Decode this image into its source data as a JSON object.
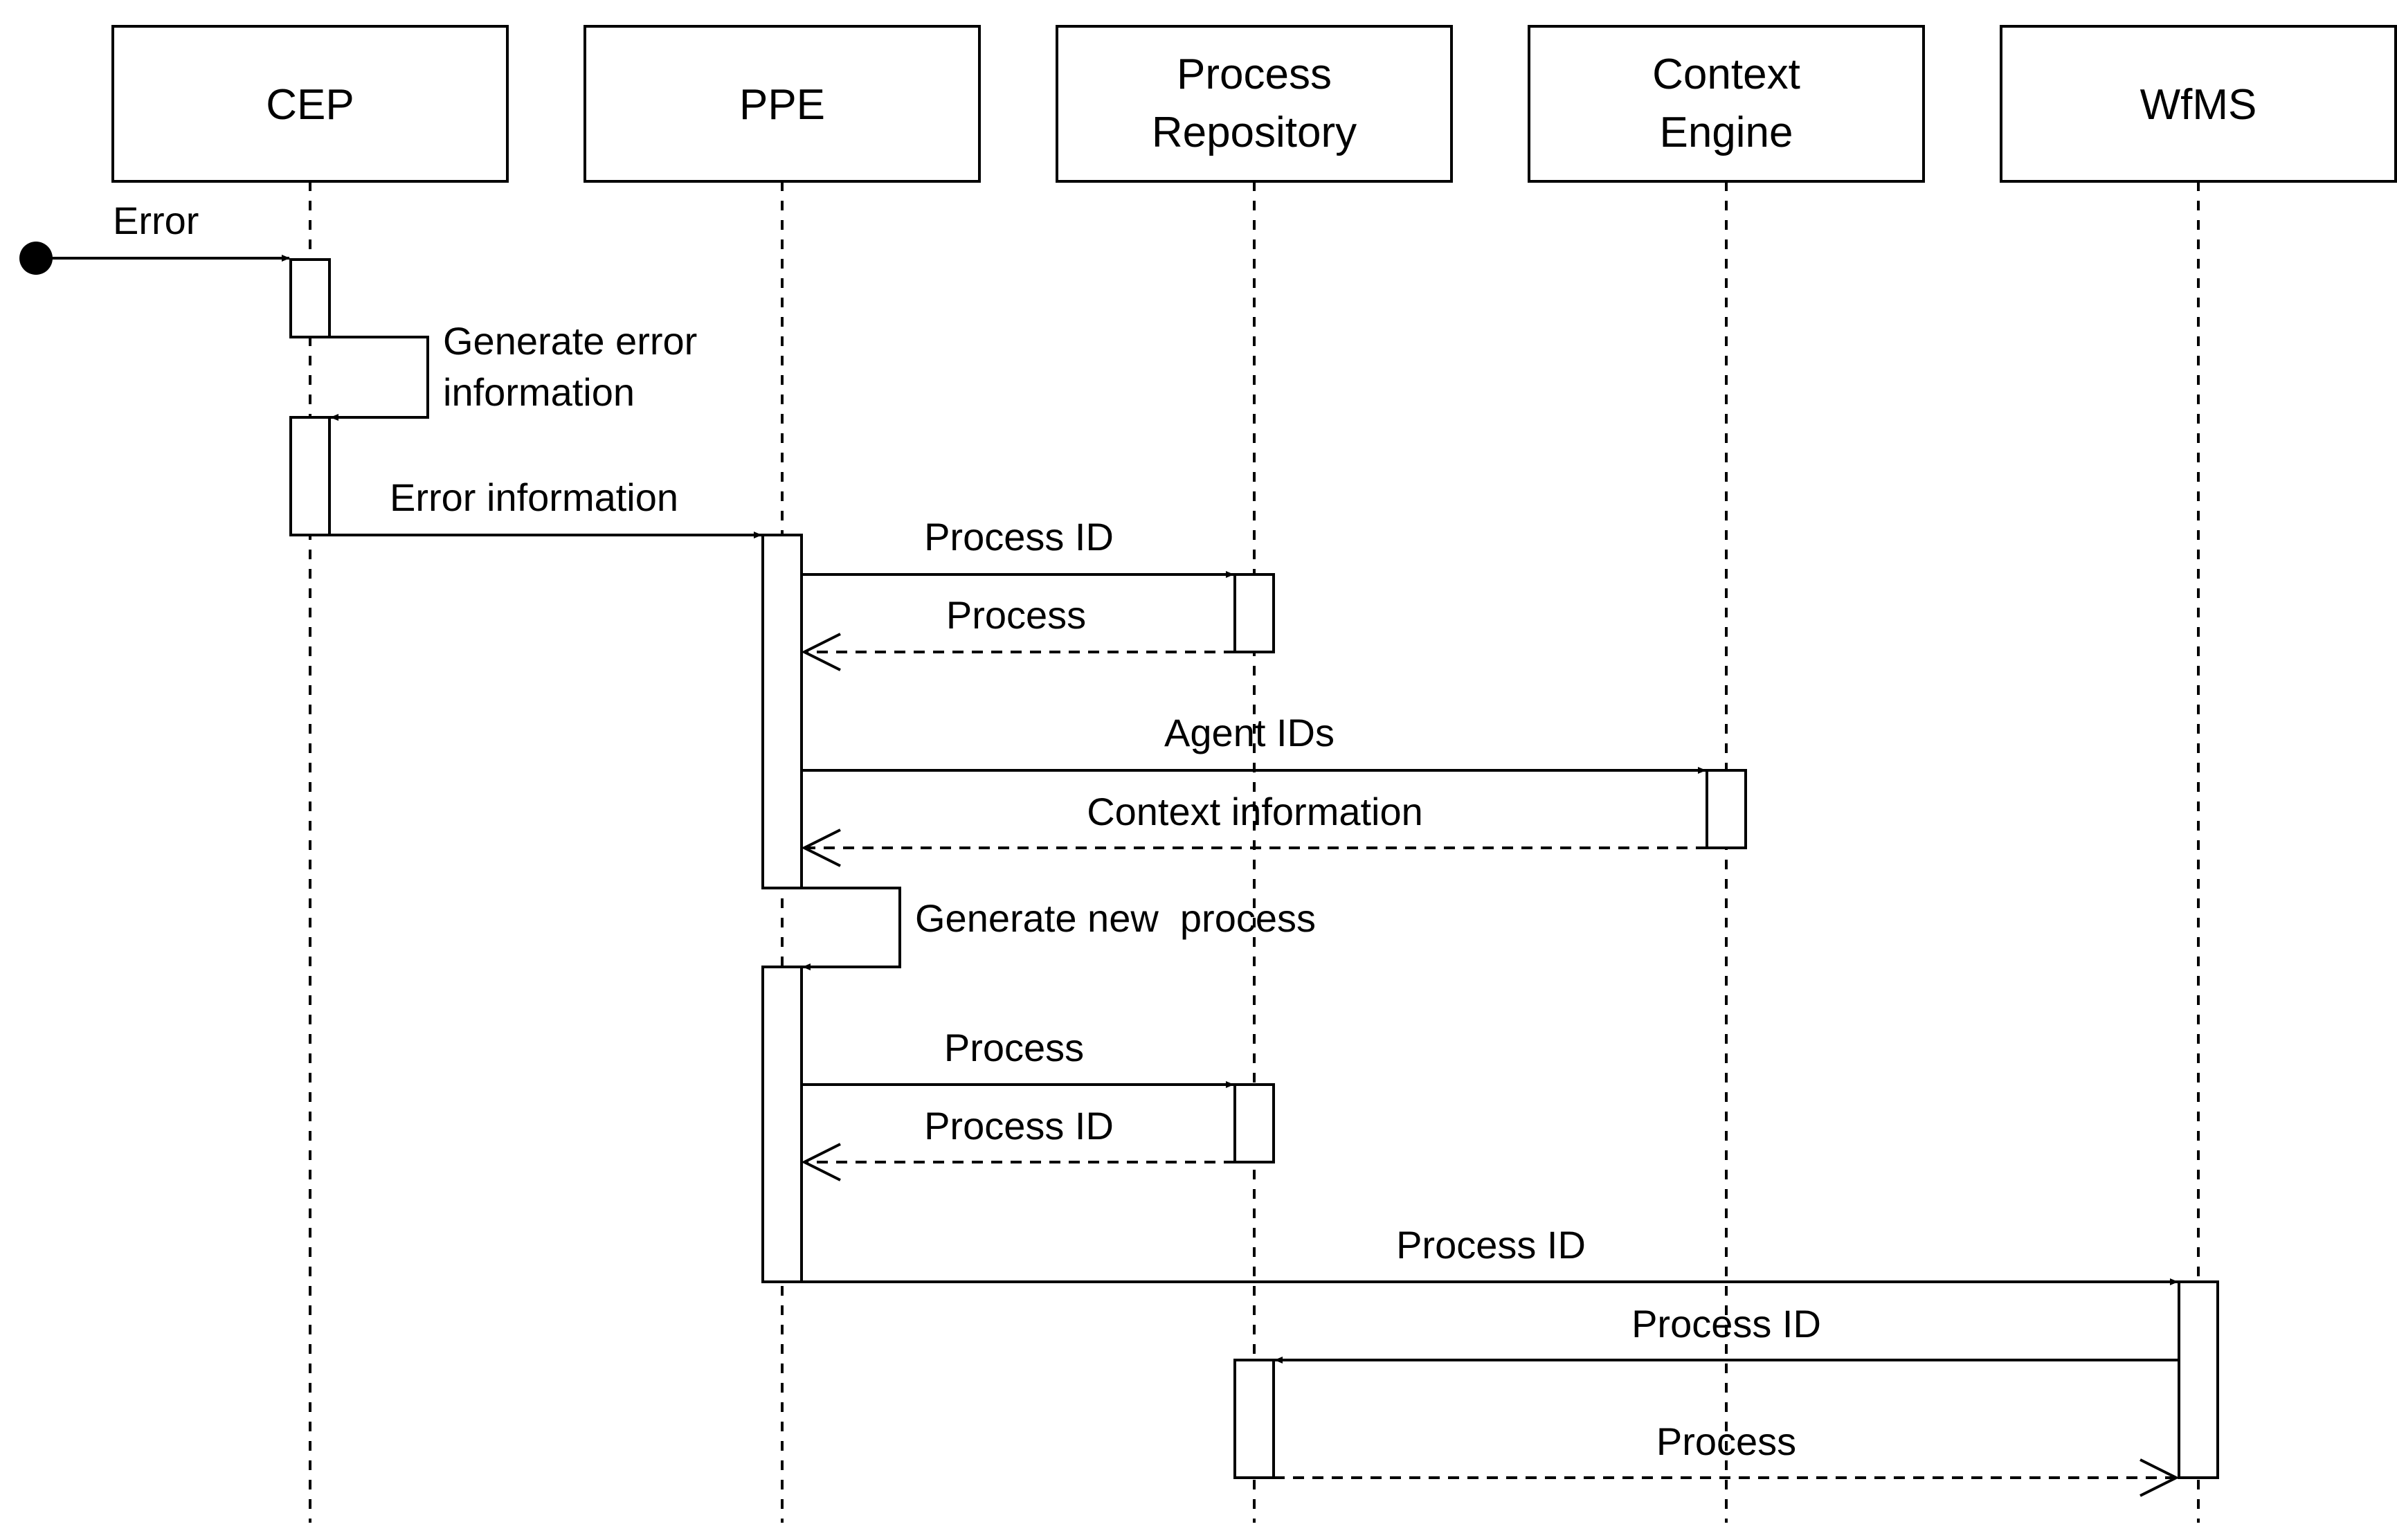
{
  "participants": [
    {
      "id": "cep",
      "lines": [
        "CEP"
      ]
    },
    {
      "id": "ppe",
      "lines": [
        "PPE"
      ]
    },
    {
      "id": "repo",
      "lines": [
        "Process",
        "Repository"
      ]
    },
    {
      "id": "ctx",
      "lines": [
        "Context",
        "Engine"
      ]
    },
    {
      "id": "wfms",
      "lines": [
        "WfMS"
      ]
    }
  ],
  "messages": {
    "error": "Error",
    "generate_error_information": [
      "Generate error",
      "information"
    ],
    "error_information": "Error information",
    "process_id_request": "Process ID",
    "process_reply": "Process",
    "agent_ids": "Agent IDs",
    "context_information": "Context information",
    "generate_new_process": "Generate new  process",
    "process_store": "Process",
    "process_id_reply": "Process ID",
    "process_id_to_wfms": "Process ID",
    "process_id_to_repo": "Process ID",
    "process_to_wfms": "Process"
  }
}
